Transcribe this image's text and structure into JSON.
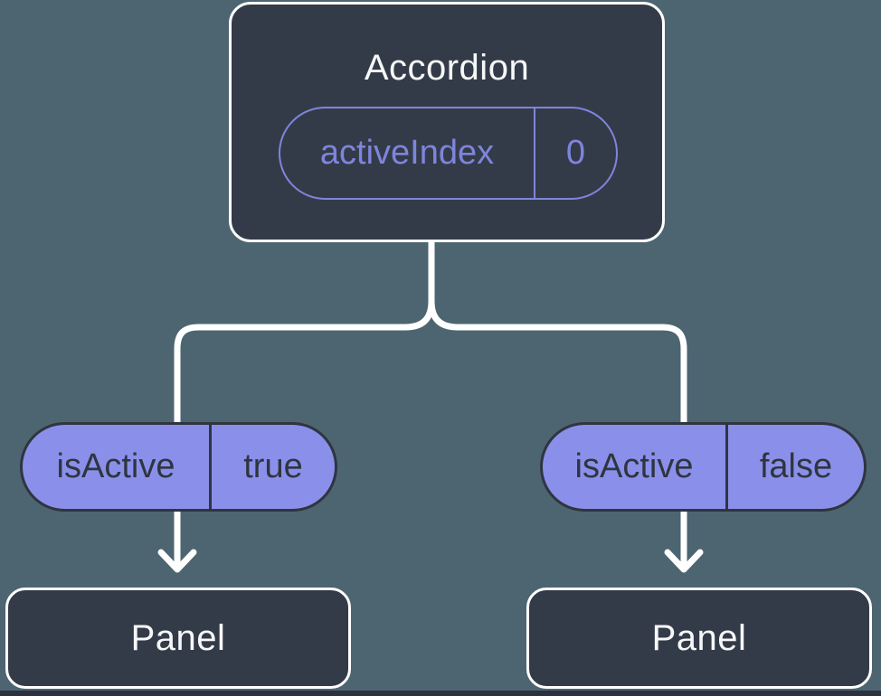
{
  "tree": {
    "root": {
      "label": "Accordion",
      "state": {
        "name": "activeIndex",
        "value": "0"
      }
    },
    "children": [
      {
        "prop": {
          "name": "isActive",
          "value": "true"
        },
        "label": "Panel"
      },
      {
        "prop": {
          "name": "isActive",
          "value": "false"
        },
        "label": "Panel"
      }
    ]
  },
  "colors": {
    "background": "#4d6571",
    "node_fill": "#343b48",
    "node_border": "#ffffff",
    "pill_fill": "#8a90ea",
    "pill_dark": "#2f3540",
    "state_purple": "#7e85dd",
    "connector": "#ffffff"
  }
}
